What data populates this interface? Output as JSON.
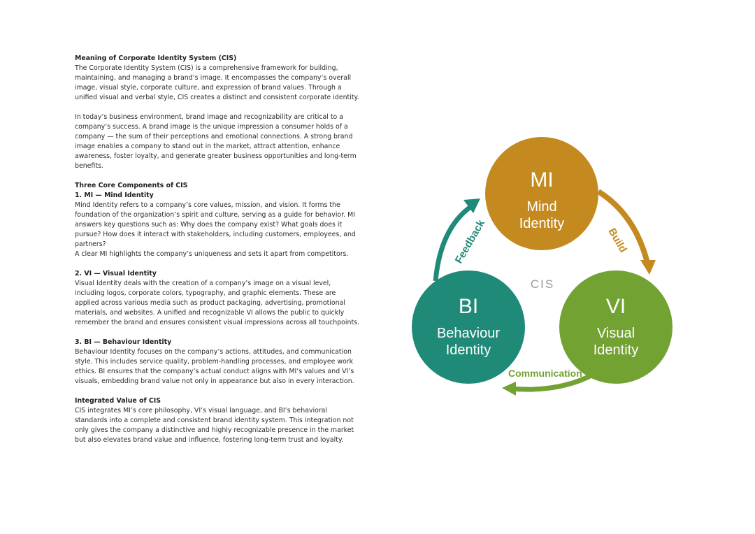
{
  "document": {
    "section1": {
      "heading": "Meaning of Corporate Identity System (CIS)",
      "para1": "The Corporate Identity System (CIS) is a comprehensive framework for building, maintaining, and managing a brand’s image. It encompasses the company’s overall image, visual style, corporate culture, and expression of brand values. Through a unified visual and verbal style, CIS creates a distinct and consistent corporate identity.",
      "para2": "In today’s business environment, brand image and recognizability are critical to a company’s success. A brand image is the unique impression a consumer holds of a company — the sum of their perceptions and emotional connections. A strong brand image enables a company to stand out in the market, attract attention, enhance awareness, foster loyalty, and generate greater business opportunities and long-term benefits."
    },
    "section2": {
      "heading": "Three Core Components of CIS",
      "mi_heading": "1. MI — Mind Identity",
      "mi_text": "Mind Identity refers to a company’s core values, mission, and vision. It forms the foundation of the organization’s spirit and culture, serving as a guide for behavior. MI answers key questions such as: Why does the company exist? What goals does it pursue? How does it interact with stakeholders, including customers, employees, and partners?",
      "mi_text2": "A clear MI highlights the company’s uniqueness and sets it apart from competitors.",
      "vi_heading": "2. VI — Visual Identity",
      "vi_text": "Visual Identity deals with the creation of a company’s image on a visual level, including logos, corporate colors, typography, and graphic elements. These are applied across various media such as product packaging, advertising, promotional materials, and websites. A unified and recognizable VI allows the public to quickly remember the brand and ensures consistent visual impressions across all touchpoints.",
      "bi_heading": "3. BI — Behaviour Identity",
      "bi_text": "Behaviour Identity focuses on the company’s actions, attitudes, and communication style. This includes service quality, problem-handling processes, and employee work ethics. BI ensures that the company’s actual conduct aligns with MI’s values and VI’s visuals, embedding brand value not only in appearance but also in every interaction."
    },
    "section3": {
      "heading": "Integrated Value of CIS",
      "text": "CIS integrates MI’s core philosophy, VI’s visual language, and BI’s behavioral standards into a complete and consistent brand identity system. This integration not only gives the company a distinctive and highly recognizable presence in the market but also elevates brand value and influence, fostering long-term trust and loyalty."
    }
  },
  "diagram": {
    "center_label": "CIS",
    "nodes": {
      "mi": {
        "abbr": "MI",
        "line1": "Mind",
        "line2": "Identity",
        "color": "#C48A1F"
      },
      "bi": {
        "abbr": "BI",
        "line1": "Behaviour",
        "line2": "Identity",
        "color": "#1F8A78"
      },
      "vi": {
        "abbr": "VI",
        "line1": "Visual",
        "line2": "Identity",
        "color": "#72A232"
      }
    },
    "arrows": {
      "build": {
        "label": "Build",
        "color": "#C48A1F"
      },
      "communication": {
        "label": "Communication",
        "color": "#72A232"
      },
      "feedback": {
        "label": "Feedback",
        "color": "#1F8A78"
      }
    },
    "center_color": "#9A9A9A"
  }
}
